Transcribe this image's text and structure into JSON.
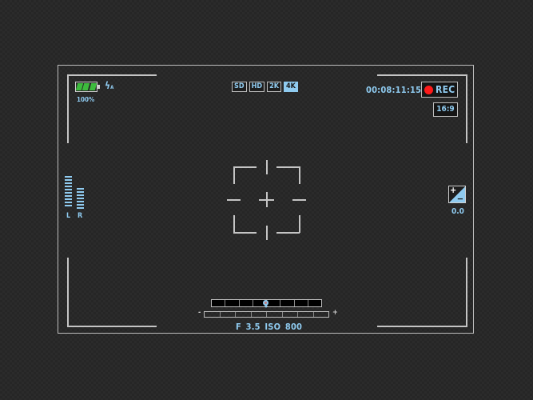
{
  "status": {
    "battery_percent": "100%",
    "battery_icon": "battery-full-icon",
    "flash_mode": "flash-auto-icon",
    "flash_symbol": "ϟ",
    "flash_suffix": "A"
  },
  "resolution": {
    "options": [
      "SD",
      "HD",
      "2K",
      "4K"
    ],
    "selected": "4K"
  },
  "recording": {
    "timecode": "00:08:11:15",
    "rec_label": "REC",
    "aspect_ratio": "16:9"
  },
  "audio_meter": {
    "left_label": "L",
    "right_label": "R",
    "left_level_bars": 10,
    "right_level_bars": 7
  },
  "exposure_compensation": {
    "icon": "exposure-compensation-icon",
    "plus": "+",
    "minus": "−",
    "value": "0.0"
  },
  "exposure_scale": {
    "minus_label": "-",
    "plus_label": "+",
    "segments": 8
  },
  "camera_settings": {
    "aperture": "F 3.5",
    "iso": "ISO 800"
  },
  "colors": {
    "accent_blue": "#8fcbf0",
    "rec_red": "#ff1a1a",
    "battery_green": "#3dbb3d",
    "frame_gray": "#bdbdbd"
  }
}
